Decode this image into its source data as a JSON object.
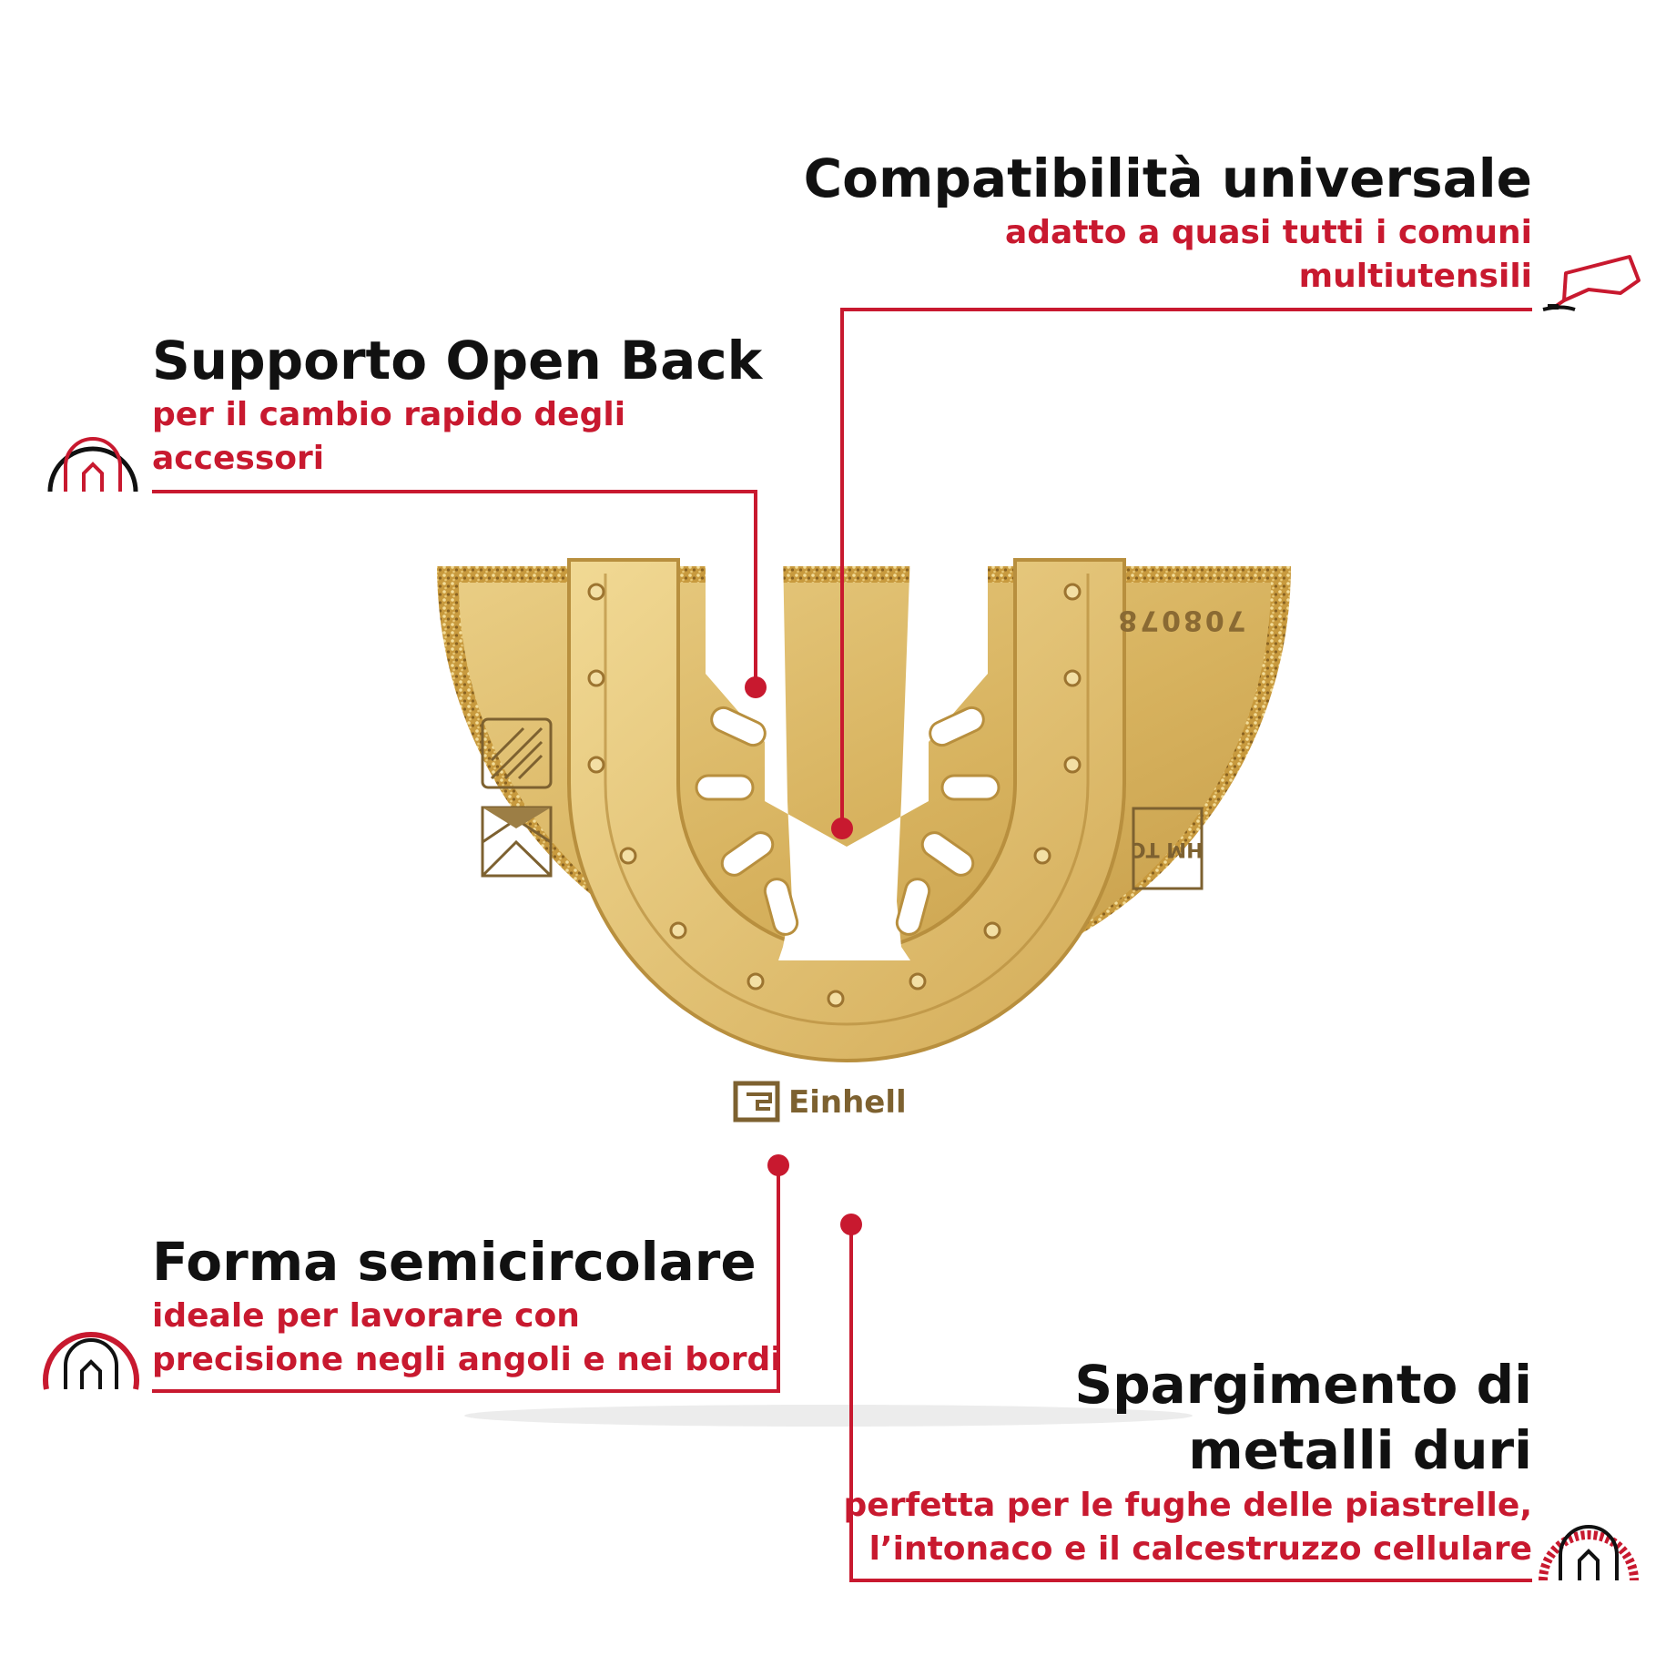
{
  "features": {
    "compat": {
      "title": "Compatibilità universale",
      "line1": "adatto a quasi tutti i comuni",
      "line2": "multiutensili"
    },
    "openback": {
      "title": "Supporto Open Back",
      "line1": "per il cambio rapido degli",
      "line2": "accessori"
    },
    "shape": {
      "title": "Forma semicircolare",
      "line1": "ideale per lavorare con",
      "line2": "precisione negli angoli e nei bordi"
    },
    "carbide": {
      "title1": "Spargimento di",
      "title2": "metalli duri",
      "line1": "perfetta per le fughe delle piastrelle,",
      "line2": "l’intonaco e il calcestruzzo cellulare"
    }
  },
  "blade": {
    "brand": "Einhell",
    "code": "708078",
    "mark": "HM TC"
  },
  "icons": [
    "multitool-icon",
    "open-back-icon",
    "semicircle-icon",
    "carbide-icon"
  ],
  "colors": {
    "accent": "#c8192f",
    "blade": "#d8b45c",
    "text": "#111111"
  }
}
